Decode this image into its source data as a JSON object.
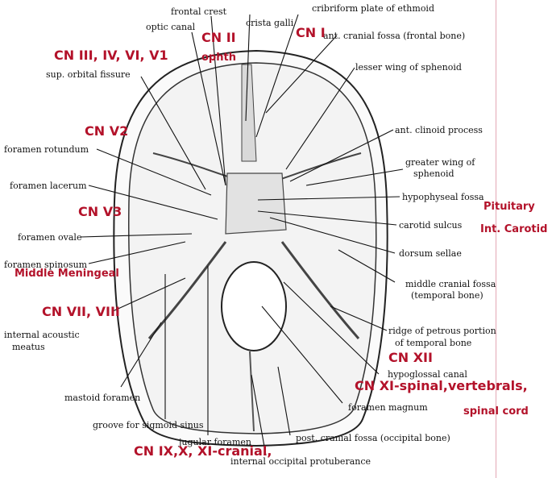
{
  "labels": {
    "frontal_crest": "frontal crest",
    "cribriform": "cribriform plate of ethmoid",
    "crista_galli": "crista galli",
    "optic_canal": "optic canal",
    "ant_cranial_fossa": "ant. cranial fossa (frontal bone)",
    "lesser_wing": "lesser wing of sphenoid",
    "sup_orbital_fissure": "sup. orbital fissure",
    "ant_clinoid": "ant. clinoid process",
    "foramen_rotundum": "foramen rotundum",
    "greater_wing_1": "greater wing of",
    "greater_wing_2": "sphenoid",
    "foramen_lacerum": "foramen lacerum",
    "hypophyseal_fossa": "hypophyseal fossa",
    "carotid_sulcus": "carotid sulcus",
    "foramen_ovale": "foramen ovale",
    "dorsum_sellae": "dorsum sellae",
    "foramen_spinosum": "foramen spinosum",
    "middle_cranial_fossa_1": "middle cranial fossa",
    "middle_cranial_fossa_2": "(temporal bone)",
    "internal_acoustic_1": "internal acoustic",
    "internal_acoustic_2": "meatus",
    "ridge_petrous_1": "ridge of petrous portion",
    "ridge_petrous_2": "of temporal bone",
    "hypoglossal_canal": "hypoglossal canal",
    "mastoid_foramen": "mastoid foramen",
    "foramen_magnum": "foramen magnum",
    "groove_sigmoid": "groove for sigmoid sinus",
    "post_cranial_fossa": "post. cranial fossa (occipital bone)",
    "jugular_foramen": "jugular foramen",
    "internal_occipital": "internal occipital protuberance"
  },
  "annotations": {
    "cn_ii": "CN II",
    "ophth": "ophth",
    "cn_i": "CN I",
    "cn_iii": "CN III, IV, VI, V1",
    "cn_v2": "CN V2",
    "cn_v3": "CN V3",
    "pituitary": "Pituitary",
    "int_carotid": "Int. Carotid",
    "middle_meningeal": "Middle Meningeal",
    "cn_vii": "CN VII, VIII",
    "cn_xii": "CN XII",
    "cn_xi_spinal": "CN XI-spinal,vertebrals,",
    "spinal_cord": "spinal cord",
    "cn_ix": "CN IX,X, XI-cranial,"
  },
  "colors": {
    "annotation": "#b3122a",
    "label": "#111111",
    "border": "#e3a8b4"
  }
}
